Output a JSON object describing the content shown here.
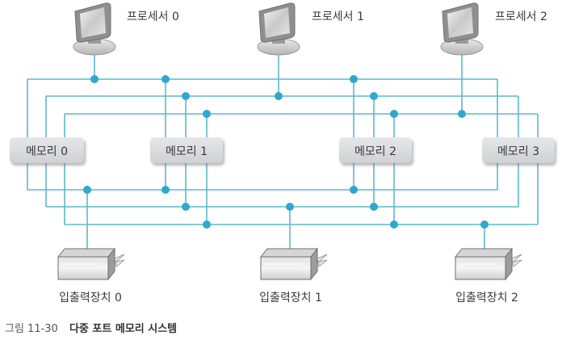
{
  "colors": {
    "bus": "#5fb8c9",
    "node": "#2ea8cf",
    "memory_fill": "#d8d9db",
    "label": "#3a3a3a"
  },
  "processors": [
    {
      "label": "프로세서 0",
      "icon": "monitor-icon"
    },
    {
      "label": "프로세서 1",
      "icon": "monitor-icon"
    },
    {
      "label": "프로세서 2",
      "icon": "monitor-icon"
    }
  ],
  "memories": [
    {
      "label": "메모리 0"
    },
    {
      "label": "메모리 1"
    },
    {
      "label": "메모리 2"
    },
    {
      "label": "메모리 3"
    }
  ],
  "io_devices": [
    {
      "label": "입출력장치 0",
      "icon": "io-device-icon"
    },
    {
      "label": "입출력장치 1",
      "icon": "io-device-icon"
    },
    {
      "label": "입출력장치 2",
      "icon": "io-device-icon"
    }
  ],
  "connections": {
    "processor_to_bus": [
      0,
      1,
      2
    ],
    "io_to_bus": [
      0,
      1,
      2
    ]
  },
  "caption": {
    "number": "그림 11-30",
    "title": "다중 포트 메모리 시스템"
  }
}
